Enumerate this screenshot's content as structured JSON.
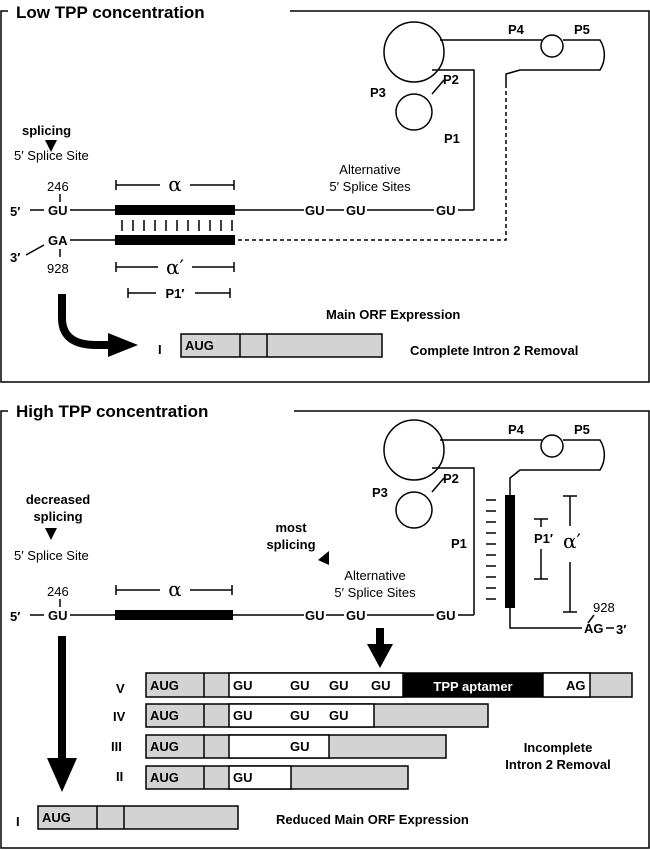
{
  "panels": {
    "low": {
      "title": "Low TPP concentration",
      "splicing": "splicing",
      "splice_site": "5′ Splice Site",
      "pos_246": "246",
      "pos_928": "928",
      "five_prime": "5′",
      "three_prime": "3′",
      "gu": "GU",
      "ga": "GA",
      "alpha": "α",
      "alpha_prime": "α′",
      "p1_prime": "P1′",
      "alt_sites_line1": "Alternative",
      "alt_sites_line2": "5′ Splice Sites",
      "stems": {
        "p1": "P1",
        "p2": "P2",
        "p3": "P3",
        "p4": "P4",
        "p5": "P5"
      },
      "main_orf": "Main ORF Expression",
      "complete_removal": "Complete Intron 2 Removal",
      "isoform_I": {
        "label": "I",
        "aug": "AUG"
      }
    },
    "high": {
      "title": "High TPP concentration",
      "decreased_line1": "decreased",
      "decreased_line2": "splicing",
      "splice_site": "5′ Splice Site",
      "most_line1": "most",
      "most_line2": "splicing",
      "alt_sites_line1": "Alternative",
      "alt_sites_line2": "5′ Splice Sites",
      "pos_246": "246",
      "pos_928": "928",
      "five_prime": "5′",
      "three_prime": "3′",
      "gu": "GU",
      "ag": "AG",
      "alpha": "α",
      "alpha_prime": "α′",
      "p1_prime": "P1′",
      "stems": {
        "p1": "P1",
        "p2": "P2",
        "p3": "P3",
        "p4": "P4",
        "p5": "P5"
      },
      "isoforms": {
        "V": {
          "label": "V",
          "aug": "AUG",
          "gus": [
            "GU",
            "GU",
            "GU",
            "GU"
          ],
          "aptamer": "TPP aptamer",
          "ag": "AG"
        },
        "IV": {
          "label": "IV",
          "aug": "AUG",
          "gus": [
            "GU",
            "GU",
            "GU"
          ]
        },
        "III": {
          "label": "III",
          "aug": "AUG",
          "gus": [
            "GU"
          ]
        },
        "II": {
          "label": "II",
          "aug": "AUG",
          "gus": [
            "GU"
          ]
        },
        "I": {
          "label": "I",
          "aug": "AUG"
        }
      },
      "incomplete_line1": "Incomplete",
      "incomplete_line2": "Intron 2 Removal",
      "reduced": "Reduced Main ORF Expression"
    }
  },
  "colors": {
    "exon_fill": "#d3d3d3",
    "line": "#000000",
    "background": "#ffffff"
  }
}
